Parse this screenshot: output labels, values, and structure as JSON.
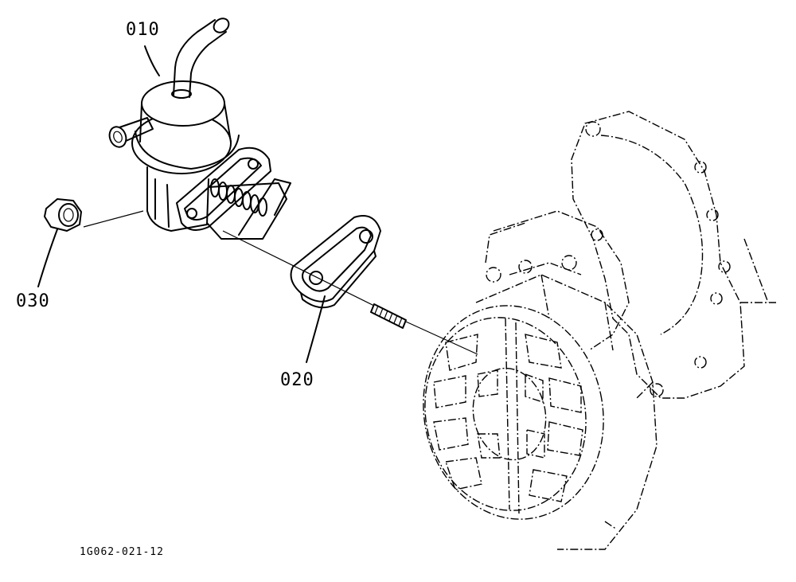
{
  "diagram": {
    "parts": [
      {
        "id": "010",
        "label": "010",
        "name": "fuel-pump"
      },
      {
        "id": "020",
        "label": "020",
        "name": "gasket"
      },
      {
        "id": "030",
        "label": "030",
        "name": "nut"
      }
    ],
    "reference_code": "1G062-021-12"
  }
}
